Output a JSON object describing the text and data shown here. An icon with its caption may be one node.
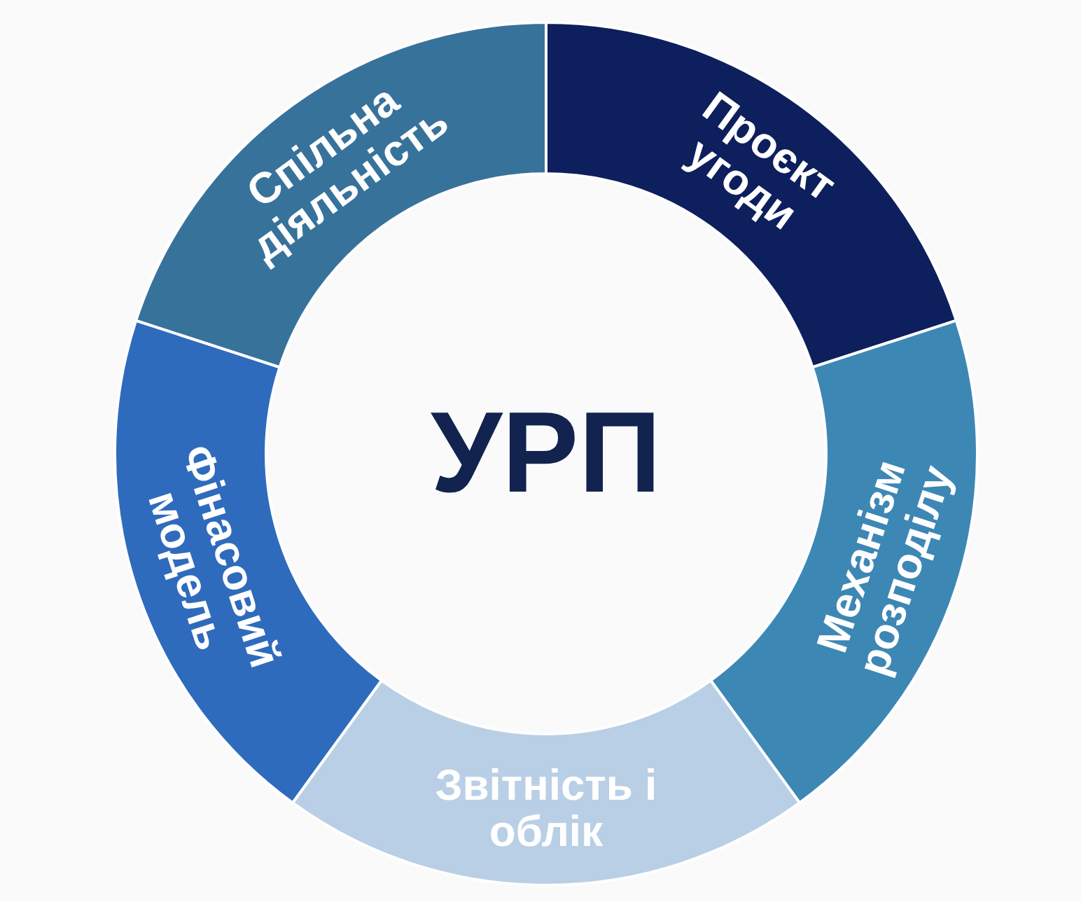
{
  "diagram": {
    "nodes": [
      {
        "text": [
          "УРП"
        ]
      },
      {
        "text": [
          "Проєкт угоди"
        ]
      },
      {
        "text": [
          "Механізм розподілу"
        ]
      },
      {
        "text": [
          "Звітність і облік"
        ]
      },
      {
        "text": [
          "Фінасовий модель"
        ]
      },
      {
        "text": [
          "Спільна діяльність"
        ]
      }
    ]
  }
}
